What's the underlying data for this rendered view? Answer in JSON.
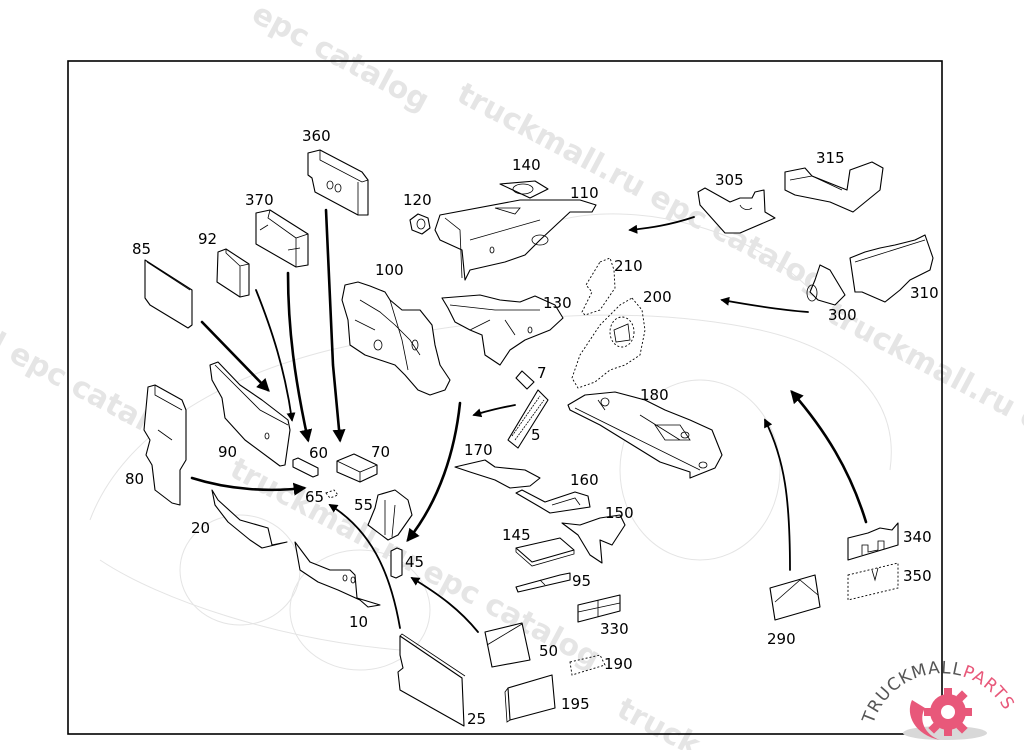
{
  "diagram": {
    "title": "",
    "callouts": {
      "c5": "5",
      "c7": "7",
      "c10": "10",
      "c20": "20",
      "c25": "25",
      "c45": "45",
      "c50": "50",
      "c55": "55",
      "c60": "60",
      "c65": "65",
      "c70": "70",
      "c80": "80",
      "c85": "85",
      "c90": "90",
      "c92": "92",
      "c95": "95",
      "c100": "100",
      "c110": "110",
      "c120": "120",
      "c130": "130",
      "c140": "140",
      "c145": "145",
      "c150": "150",
      "c160": "160",
      "c170": "170",
      "c180": "180",
      "c190": "190",
      "c195": "195",
      "c200": "200",
      "c210": "210",
      "c290": "290",
      "c300": "300",
      "c305": "305",
      "c310": "310",
      "c315": "315",
      "c330": "330",
      "c340": "340",
      "c350": "350",
      "c360": "360",
      "c370": "370"
    }
  },
  "watermarks": {
    "text1": "epc catalog",
    "text2": "truckmall.ru epc catalog",
    "text3": "ll epc catalog",
    "text4": "truckmall.ru epc catalog",
    "text5": "truckmall.ru e",
    "text6": "truck"
  },
  "logo": {
    "text_dark": "TRUCKMALL",
    "text_accent": "PARTS",
    "accent_color": "#e8587a",
    "dark_color": "#444444"
  }
}
